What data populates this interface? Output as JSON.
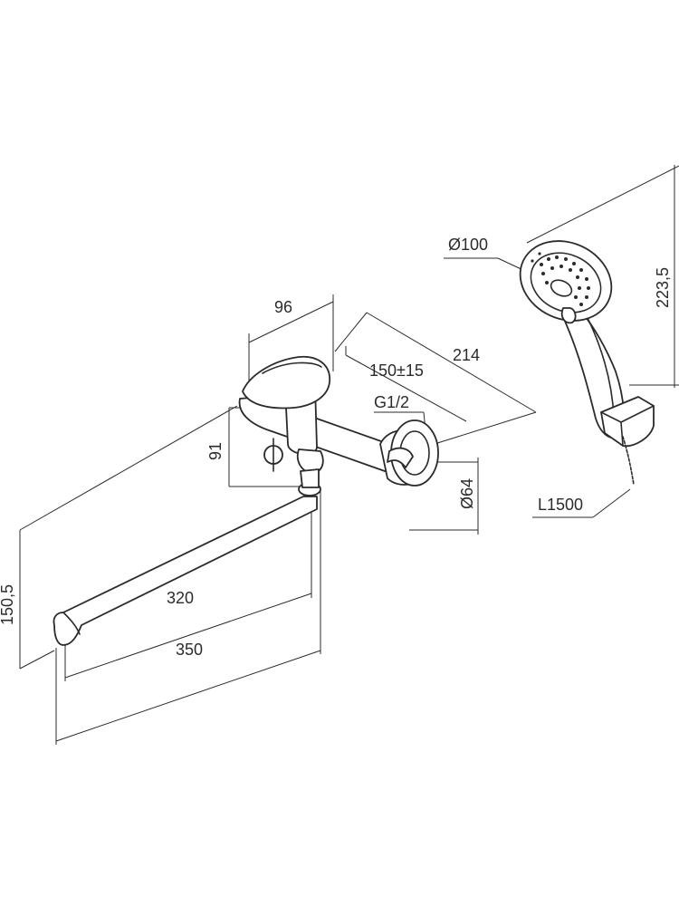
{
  "dimensions": {
    "width_96": "96",
    "length_214": "214",
    "spacing": "150±15",
    "thread": "G1/2",
    "height_91": "91",
    "diameter_64": "Ø64",
    "height_150_5": "150,5",
    "spout_320": "320",
    "spout_350": "350",
    "head_diameter": "Ø100",
    "head_height": "223,5",
    "hose_length": "L1500"
  },
  "colors": {
    "line": "#2b2b2b",
    "background": "#ffffff"
  }
}
